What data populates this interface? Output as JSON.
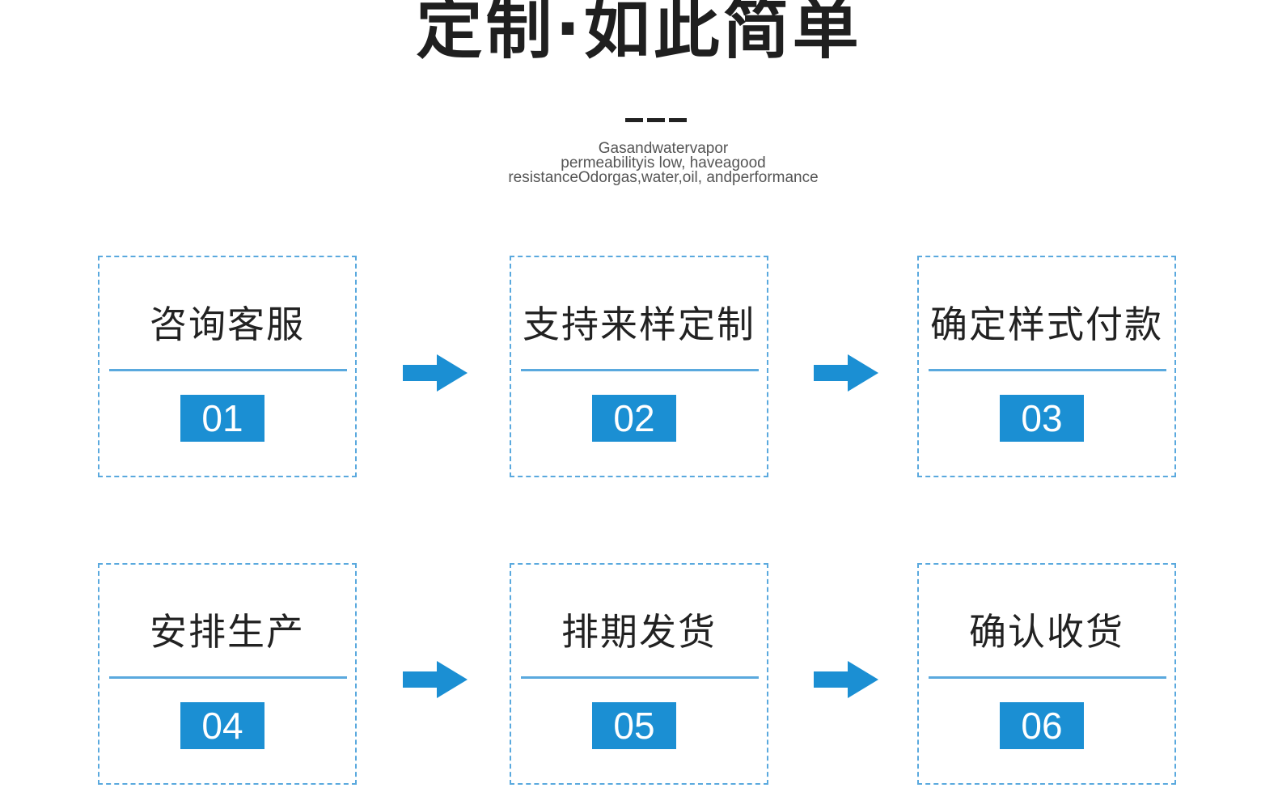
{
  "header": {
    "title": "定制·如此简单",
    "subtitle_lines": [
      "Gasandwatervapor",
      "permeabilityis low, haveagood",
      "resistanceOdorgas,water,oil, andperformance"
    ]
  },
  "steps": [
    {
      "label": "咨询客服",
      "number": "01"
    },
    {
      "label": "支持来样定制",
      "number": "02"
    },
    {
      "label": "确定样式付款",
      "number": "03"
    },
    {
      "label": "安排生产",
      "number": "04"
    },
    {
      "label": "排期发货",
      "number": "05"
    },
    {
      "label": "确认收货",
      "number": "06"
    }
  ],
  "colors": {
    "accent": "#1b8fd3",
    "dashed_border": "#5aa9de",
    "title_text": "#1f1f1f"
  },
  "icons": {
    "arrow": "arrow-right-icon"
  }
}
